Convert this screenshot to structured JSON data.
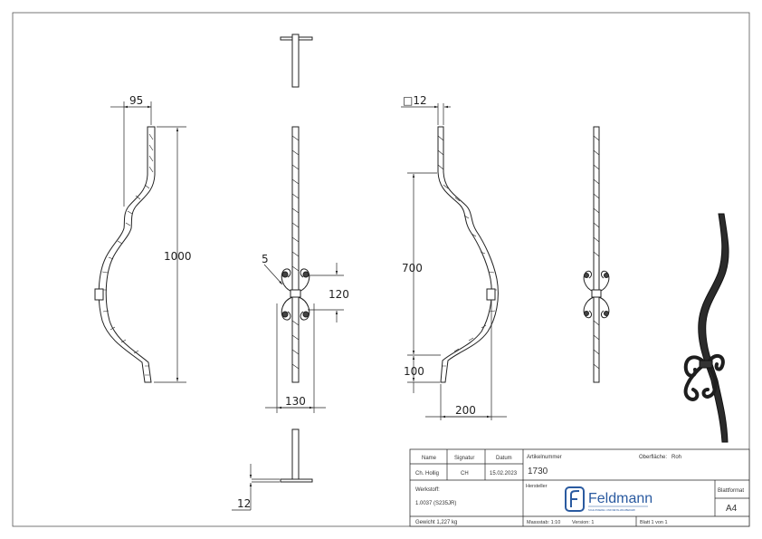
{
  "dimensions": {
    "width_95": "95",
    "height_1000": "1000",
    "radius_5": "5",
    "height_120": "120",
    "width_130": "130",
    "square_12": "□12",
    "height_700": "700",
    "height_100": "100",
    "width_200": "200",
    "thickness_12": "12"
  },
  "title_block": {
    "col_name": "Name",
    "col_signature": "Signatur",
    "col_date": "Datum",
    "name_value": "Ch. Hollig",
    "signature_value": "CH",
    "date_value": "15.02.2023",
    "article_label": "Artikelnummer",
    "article_value": "1730",
    "surface_label": "Oberfläche:",
    "surface_value": "Roh",
    "material_label": "Werkstoff:",
    "material_value": "1.0037 (S235JR)",
    "manufacturer_label": "Hersteller",
    "brand_name": "Feldmann",
    "brand_tagline": "SCHLOSSEREI- UND METALLBAUBEDARF",
    "brand_color": "#2a5aa0",
    "sheet_format_label": "Blattformat",
    "sheet_format_value": "A4",
    "weight": "Gewicht 1,227 kg",
    "scale": "Massstab: 1:10",
    "version": "Version: 1",
    "sheet": "Blatt 1 von 1"
  }
}
